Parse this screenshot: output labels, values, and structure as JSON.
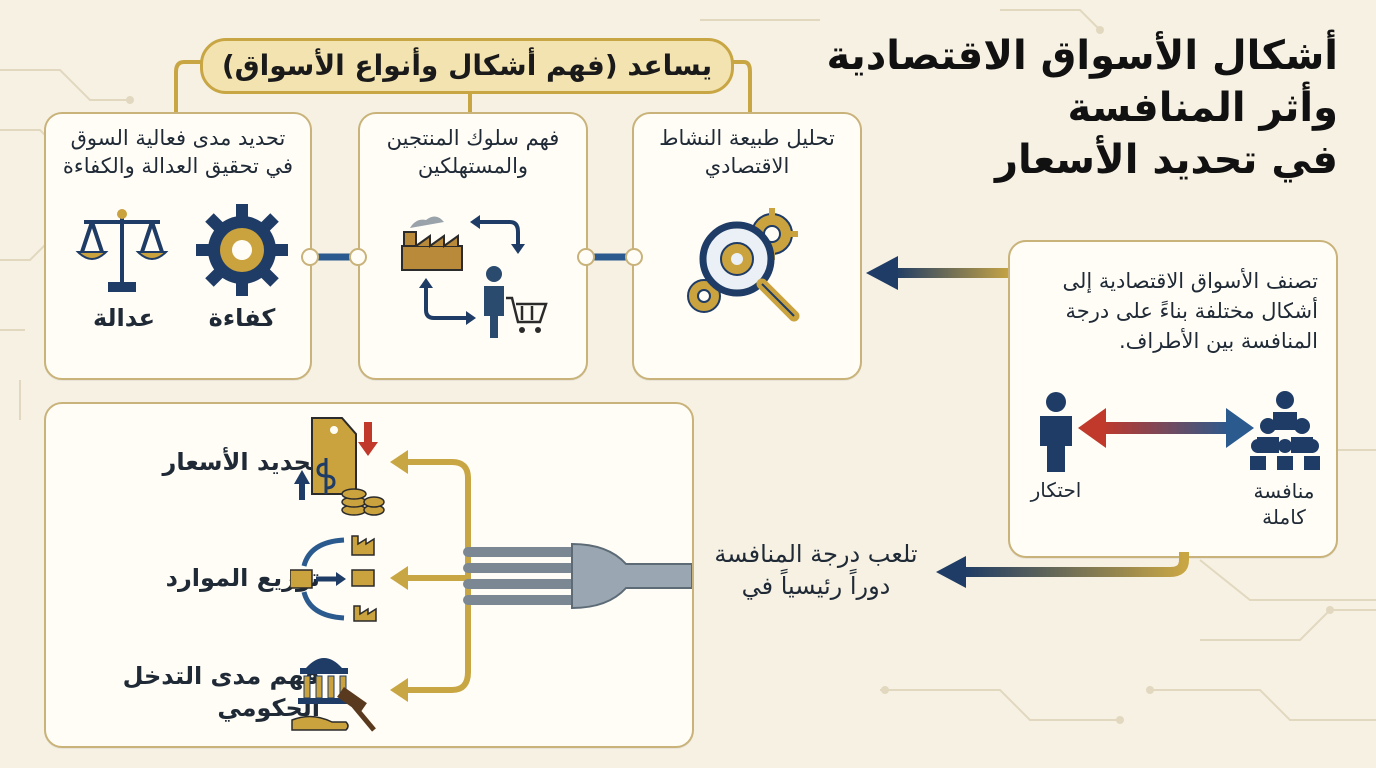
{
  "title": {
    "line1": "أشكال الأسواق الاقتصادية",
    "line2": "وأثر المنافسة",
    "line3": "في تحديد الأسعار"
  },
  "helps_banner": "يساعد (فهم أشكال وأنواع الأسواق)",
  "cards": [
    {
      "title": "تحليل طبيعة النشاط الاقتصادي",
      "icon": "magnifier-gears-icon"
    },
    {
      "title": "فهم سلوك المنتجين والمستهلكين",
      "icon": "factory-shopper-cycle-icon"
    },
    {
      "title": "تحديد مدى فعالية السوق في تحقيق العدالة والكفاءة",
      "icon": "scale-gear-icon",
      "labels": {
        "efficiency": "كفاءة",
        "justice": "عدالة"
      }
    }
  ],
  "classification": {
    "text": "تصنف الأسواق الاقتصادية إلى أشكال مختلفة بناءً على درجة المنافسة بين الأطراف.",
    "left_label": "احتكار",
    "right_label": "منافسة كاملة"
  },
  "role": {
    "text": "تلعب درجة المنافسة دوراً رئيسياً في",
    "items": [
      {
        "label": "تحديد الأسعار",
        "icon": "price-tag-coins-icon"
      },
      {
        "label": "توزيع الموارد",
        "icon": "resource-distribution-icon"
      },
      {
        "label": "فهم مدى التدخل الحكومي",
        "icon": "government-gavel-icon"
      }
    ]
  },
  "colors": {
    "gold": "#c9a644",
    "navy": "#1f3c66",
    "red": "#c0392b",
    "card_border": "#c9b37a"
  }
}
